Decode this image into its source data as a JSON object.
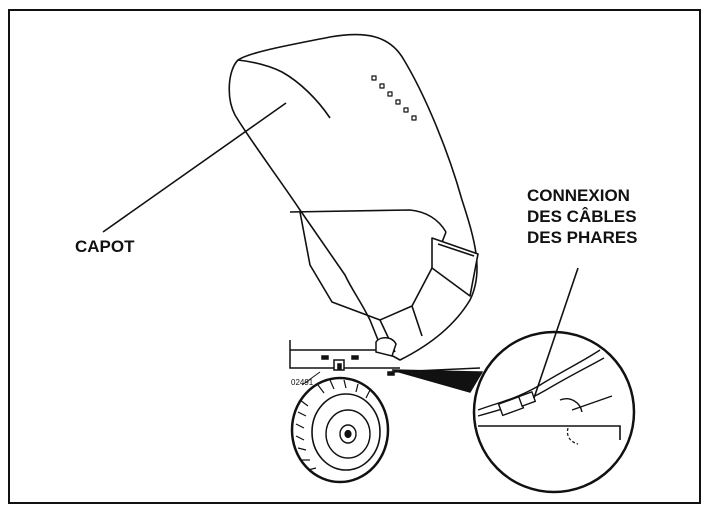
{
  "figure": {
    "labels": {
      "hood": "CAPOT",
      "connection_line1": "CONNEXION",
      "connection_line2": "DES CÂBLES",
      "connection_line3": "DES PHARES",
      "part_number": "02491"
    },
    "colors": {
      "stroke": "#111111",
      "background": "#ffffff"
    }
  }
}
